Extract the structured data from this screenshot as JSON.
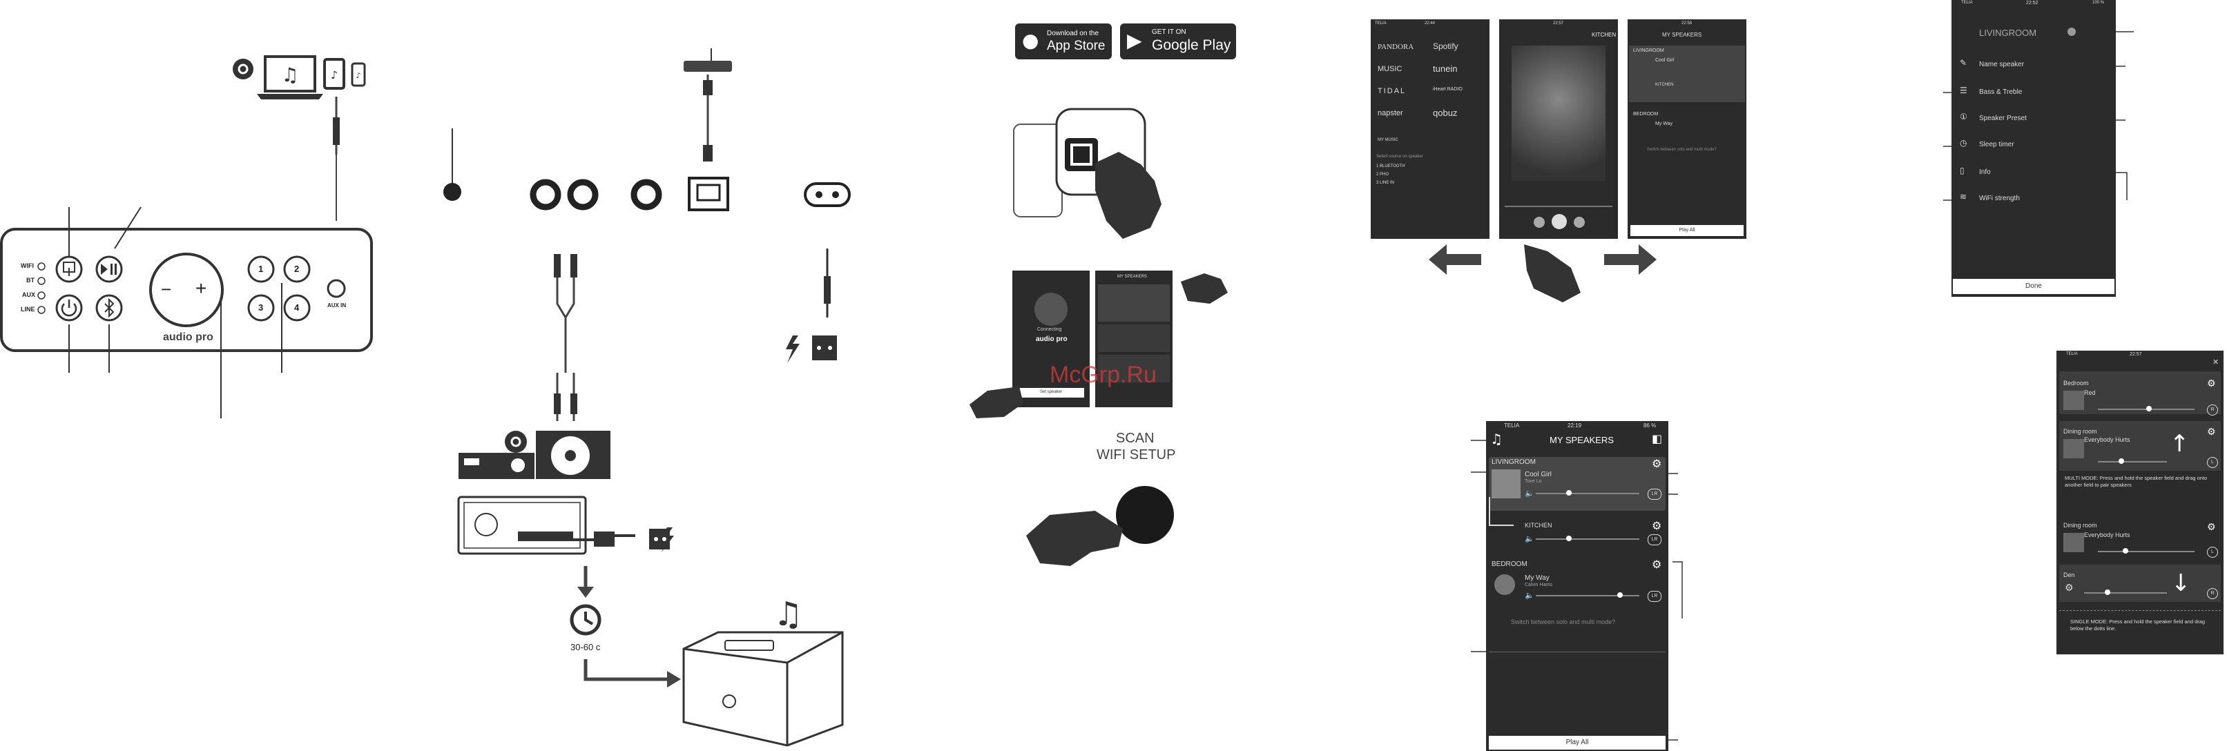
{
  "control_panel": {
    "leds": [
      "WIFI",
      "BT",
      "AUX",
      "LINE"
    ],
    "minus": "−",
    "plus": "+",
    "brand": "audio pro",
    "presets": [
      "1",
      "2",
      "3",
      "4"
    ],
    "aux_in": "AUX IN"
  },
  "connection": {
    "time": "30-60 c"
  },
  "store_badges": {
    "apple_small": "Download on the",
    "apple_big": "App Store",
    "google_small": "GET IT ON",
    "google_big": "Google Play"
  },
  "scan_label": [
    "SCAN",
    "WIFI SETUP"
  ],
  "setup_phone": {
    "connecting": "Connecting",
    "brand": "audio pro",
    "button": "Set speaker",
    "list_title": "MY SPEAKERS"
  },
  "watermark": "McGrp.Ru",
  "services_phone": {
    "carrier": "TELIA",
    "time": "22:44",
    "services": [
      "PANDORA",
      "Spotify",
      "MUSIC",
      "tunein",
      "TIDAL",
      "iHeart RADIO",
      "napster",
      "qobuz",
      "MY MUSIC"
    ],
    "source_title": "Select source on speaker",
    "sources": [
      "1 BLUETOOTH",
      "2 PHO",
      "3 LINE IN"
    ]
  },
  "kitchen_phone": {
    "time": "22:57",
    "title": "KITCHEN"
  },
  "speakers_small": {
    "time": "22:58",
    "title": "MY SPEAKERS",
    "groups": [
      "LIVINGROOM",
      "KITCHEN",
      "BEDROOM"
    ],
    "track1": "Cool Girl",
    "track2": "My Way",
    "hint": "Switch between solo and multi mode?",
    "play_all": "Play All"
  },
  "speakers_large": {
    "carrier": "TELIA",
    "time": "22:19",
    "battery": "86 %",
    "title": "MY SPEAKERS",
    "room1": "LIVINGROOM",
    "track1": "Cool Girl",
    "artist1": "Tove Lo",
    "room2": "KITCHEN",
    "room3": "BEDROOM",
    "track2": "My Way",
    "artist2": "Calvin Harris",
    "lr": "LR",
    "hint": "Switch between solo and multi mode?",
    "play_all": "Play All"
  },
  "settings_phone": {
    "carrier": "TELIA",
    "time": "22:52",
    "battery": "100 %",
    "room": "LIVINGROOM",
    "items": [
      "Name speaker",
      "Bass & Treble",
      "Speaker Preset",
      "Sleep timer",
      "Info",
      "WiFi strength"
    ],
    "done": "Done"
  },
  "multi_phone": {
    "carrier": "TELIA",
    "time": "22:57",
    "rooms": [
      {
        "room": "Bedroom",
        "track": "Red",
        "channel": "R"
      },
      {
        "room": "Dining room",
        "track": "Everybody Hurts",
        "channel": "L"
      },
      {
        "room": "Dining room",
        "track": "Everybody Hurts",
        "channel": "L"
      },
      {
        "room": "Den",
        "track": "",
        "channel": "R"
      }
    ],
    "multi_text": "MULTI MODE: Press and hold the speaker field and drag onto another field to pair speakers",
    "single_text": "SINGLE MODE: Press and hold the speaker field and drag below the dotts line."
  }
}
